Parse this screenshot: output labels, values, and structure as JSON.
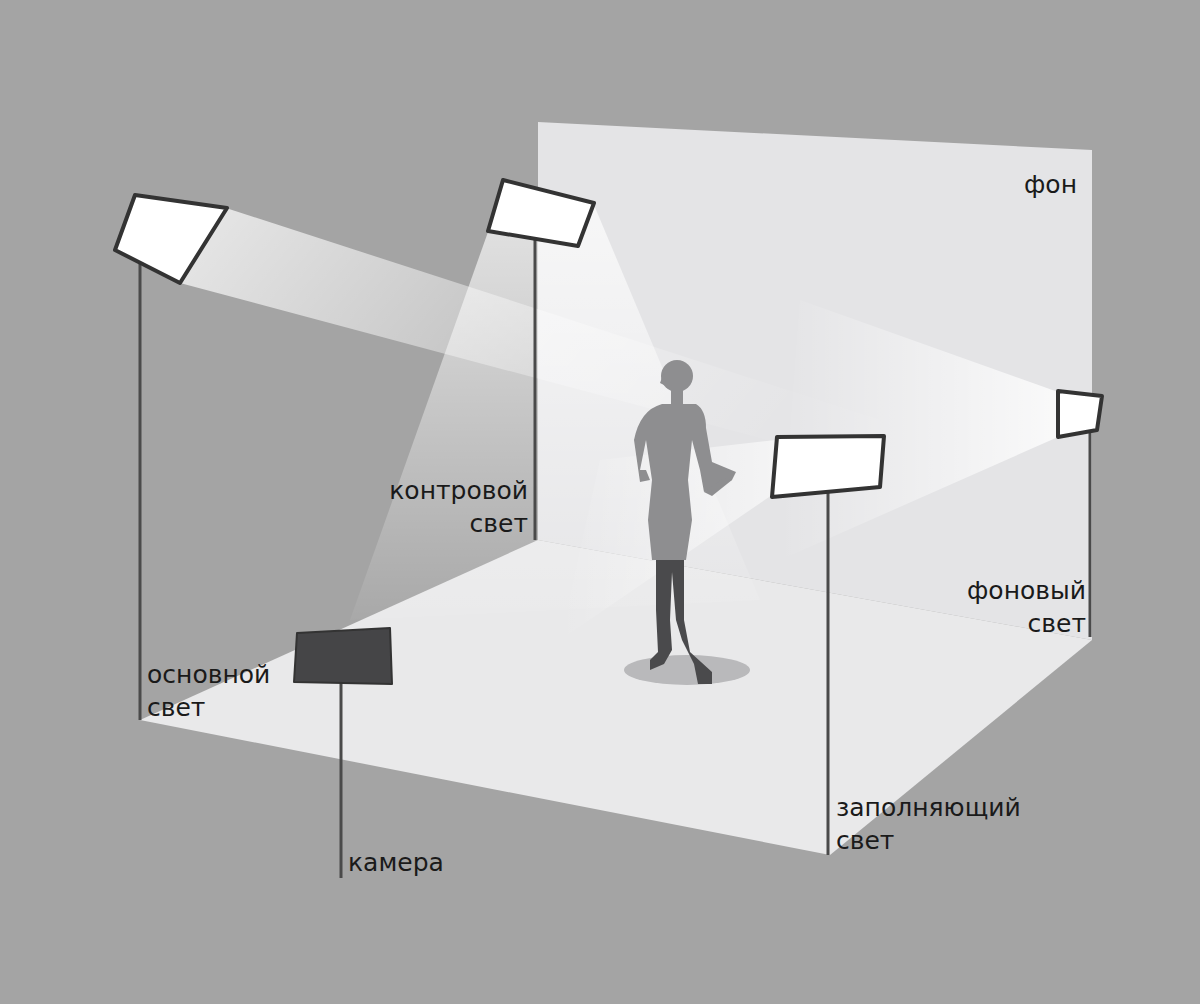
{
  "diagram": {
    "labels": [
      "фон",
      "контровой свет",
      "основной свет",
      "фоновый свет",
      "заполняющий свет",
      "камера"
    ]
  }
}
